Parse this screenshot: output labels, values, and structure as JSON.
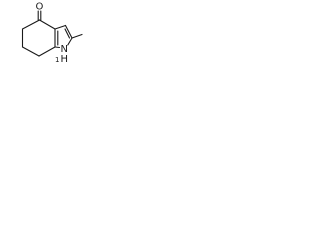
{
  "molecule": {
    "atoms": {
      "oxygen": "O",
      "nitrogen": "N",
      "nitrogen_h": "H",
      "nitrogen_h_prefix": "1"
    }
  }
}
